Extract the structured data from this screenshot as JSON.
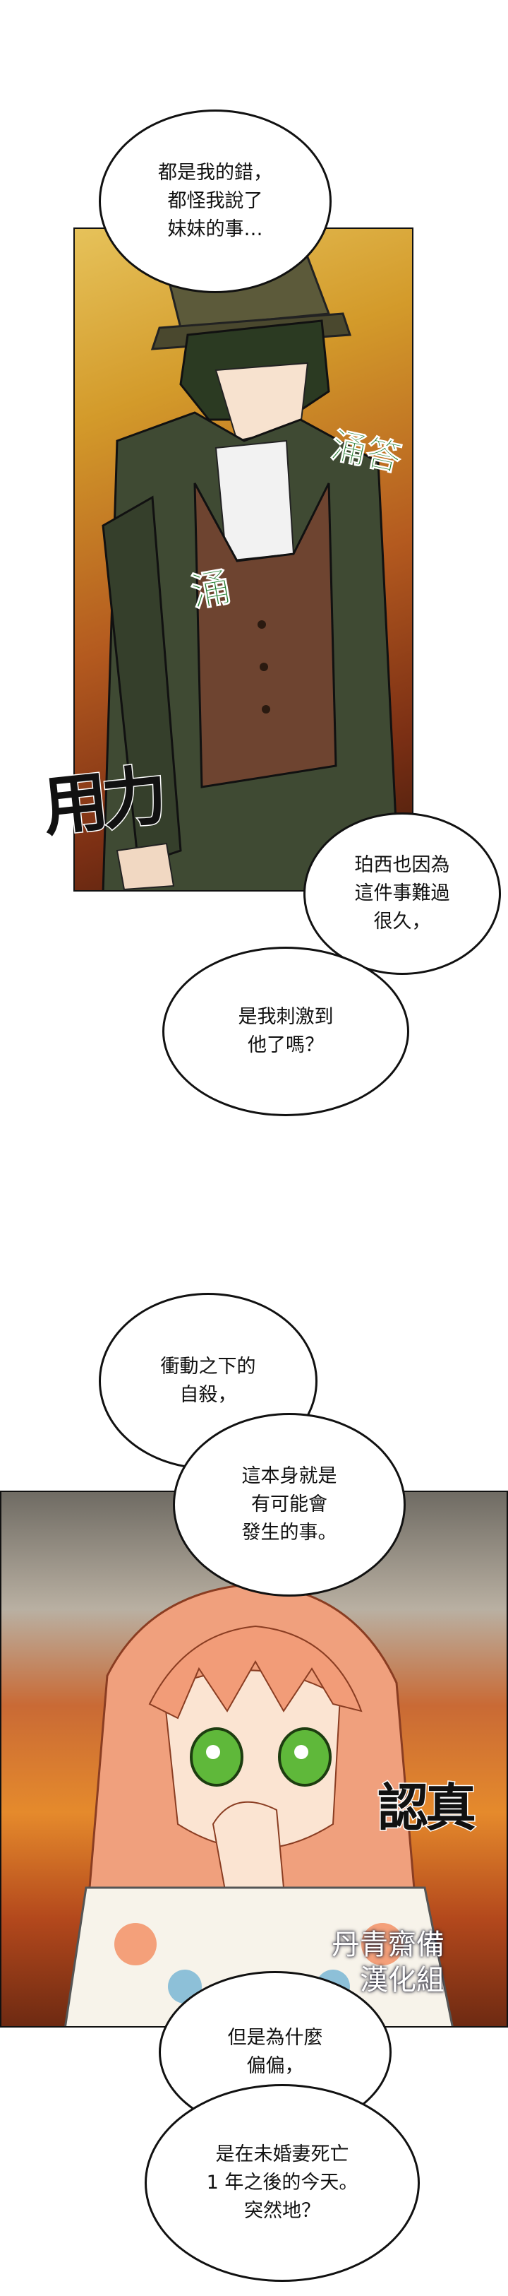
{
  "bubbles": {
    "b1": "都是我的錯，\n都怪我說了\n妹妹的事…",
    "b2": "珀西也因為\n這件事難過\n很久，",
    "b3": "是我刺激到\n他了嗎？",
    "b4": "衝動之下的\n自殺，",
    "b5": "這本身就是\n有可能會\n發生的事。",
    "b6": "但是為什麼\n偏偏，",
    "b7": "是在未婚妻死亡\n1 年之後的今天。\n突然地？"
  },
  "sfx": {
    "sweat1": "涌",
    "sweat2": "涌答",
    "force": "用力",
    "serious": "認真"
  },
  "watermark": {
    "line1": "丹青齋備",
    "line2": "漢化組"
  }
}
